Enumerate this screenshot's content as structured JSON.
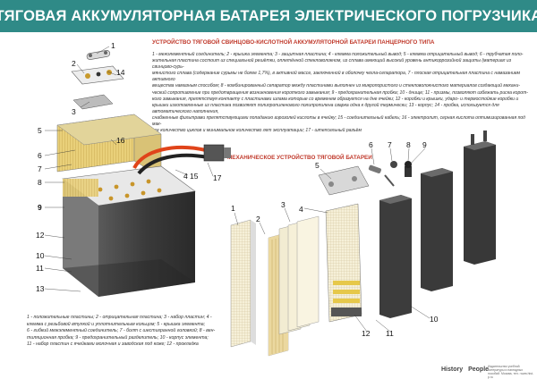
{
  "title": "ТЯГОВАЯ АККУМУЛЯТОРНАЯ БАТАРЕЯ  ЭЛЕКТРИЧЕСКОГО ПОГРУЗЧИКА",
  "section_main": "УСТРОЙСТВО ТЯГОВОЙ СВИНЦОВО-КИСЛОТНОЙ АККУМУЛЯТОРНОЙ БАТАРЕИ ПАНЦЕРНОГО ТИПА",
  "section_mech": "МЕХАНИЧЕСКОЕ УСТРОЙСТВО ТЯГОВОЙ БАТАРЕИ",
  "desc_lines": [
    "1 - межэлементный соединитель; 2 - крышка элемента; 3 - защитная пластина; 4 - клемма положительный вывод; 5 - клемма отрицательный вывод; 6 - трубчатая поло-",
    "жительная пластина состоит из специальной решётки, оплетённой стекловолокном, из сплава имеющий высокий уровень антикоррозийной защиты (материал из свинцово-сурь-",
    "мянистого сплава (содержание сурьмы не более 1,7%), в активной массе, заключенной в оболочку чехла-сепаратора, 7 - плоская отрицательная пластина с намазанием активного",
    "вещества намазным способом; 8 - комбинированный сепаратор между пластинами выполнен из микропористого и стекловолокнистого материалов создающий механи-",
    "ческий сопротивление при предотвращения возникновения короткого замыкания; 9 - предохранительная пробка; 10 - днище; 11 - призмы, позволяют избежать риска корот-",
    "кого замыкания, препятствуя контакту с пластинами шлама  которые со временем образуется на дне ячейки; 12 - коробки и крышки, ударо- и термостойкие коробки и",
    "крышки изготовленные из пластика позволяют полипропиленового полипропилена сварка одна к другой термически; 13 - корпус; 14 - пробка, используется для автоматического наполнения,",
    "снабженные фильтрами препятствующими попаданию аэрозолей кислоты в ячейку; 15 - соединительный кабель; 16 - электролит, серная кислота оптимизированная под мак-",
    "все количество циклов и минимальное количество лет эксплуатации; 17 - штепсельный разъём"
  ],
  "desc_bottom_lines": [
    "1 - положительные пластины; 2 - отрицательная пластина; 3 - набор пластин; 4 -",
    "клемма с резьбовой втулкой и уплотнительным кольцом; 5 - крышка элемента;",
    "6 - гибкий межэлементный соединитель; 7 - болт с шестигранной головкой; 8 - вен-",
    "тиляционная пробка; 9 - предохранительный разделитель; 10 - корпус элемента;",
    "11 - набор пластин с ячейками молочная и заводская под коже; 12 - прокладка"
  ],
  "left_labels": [
    "1",
    "2",
    "14",
    "3",
    "5",
    "6",
    "7",
    "8",
    "9",
    "12",
    "10",
    "11",
    "13",
    "15",
    "16",
    "17",
    "4"
  ],
  "mech_labels": [
    "1",
    "2",
    "3",
    "4",
    "5",
    "6",
    "7",
    "8",
    "9",
    "10",
    "11",
    "12"
  ],
  "footer": {
    "brand_a": "History",
    "brand_b": "People",
    "small": "Издательство учебной литературы и наглядных пособий. Москва, тел.: www.hist-p.ru"
  },
  "colors": {
    "title_bg": "#2f8a87",
    "section": "#c0392b",
    "cable": "#e0441a",
    "plate": "#e6c86c",
    "case": "#3d3d3d"
  }
}
